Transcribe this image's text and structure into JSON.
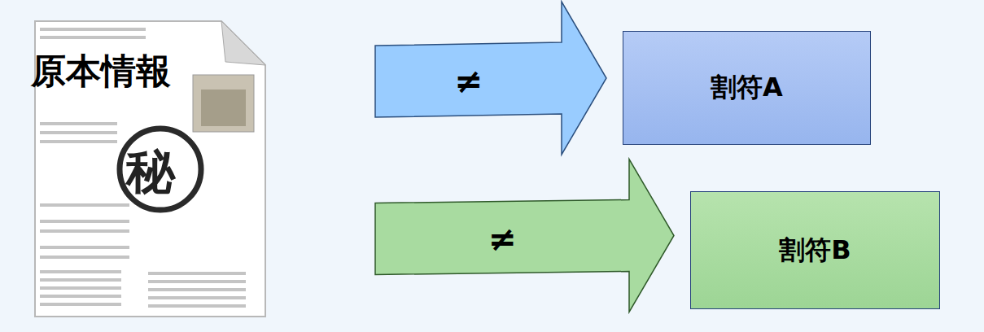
{
  "diagram": {
    "nodes": [
      {
        "text": [
          "原本情報"
        ]
      },
      {
        "text": [
          "割符A"
        ]
      },
      {
        "text": [
          "割符B"
        ]
      }
    ],
    "edges": [
      {
        "from": 0,
        "to": 1,
        "label": "≠",
        "arrow": "to"
      },
      {
        "from": 0,
        "to": 2,
        "label": "≠",
        "arrow": "to"
      }
    ],
    "labels": [
      "秘"
    ]
  }
}
